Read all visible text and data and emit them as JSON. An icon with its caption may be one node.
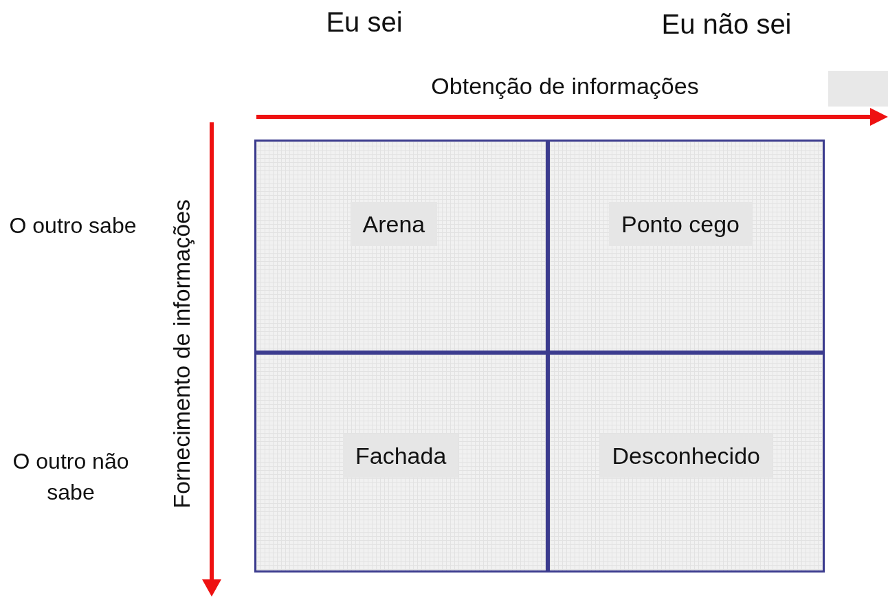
{
  "diagram": {
    "nodes": [
      {
        "text": [
          "Arena"
        ]
      },
      {
        "text": [
          "Ponto cego"
        ]
      },
      {
        "text": [
          "Fachada"
        ]
      },
      {
        "text": [
          "Desconhecido"
        ]
      }
    ],
    "labels": [
      "Eu sei",
      "Eu não sei",
      "Obtenção de informações",
      "O outro sabe",
      "Fornecimento de informações",
      "O outro não sabe"
    ]
  }
}
